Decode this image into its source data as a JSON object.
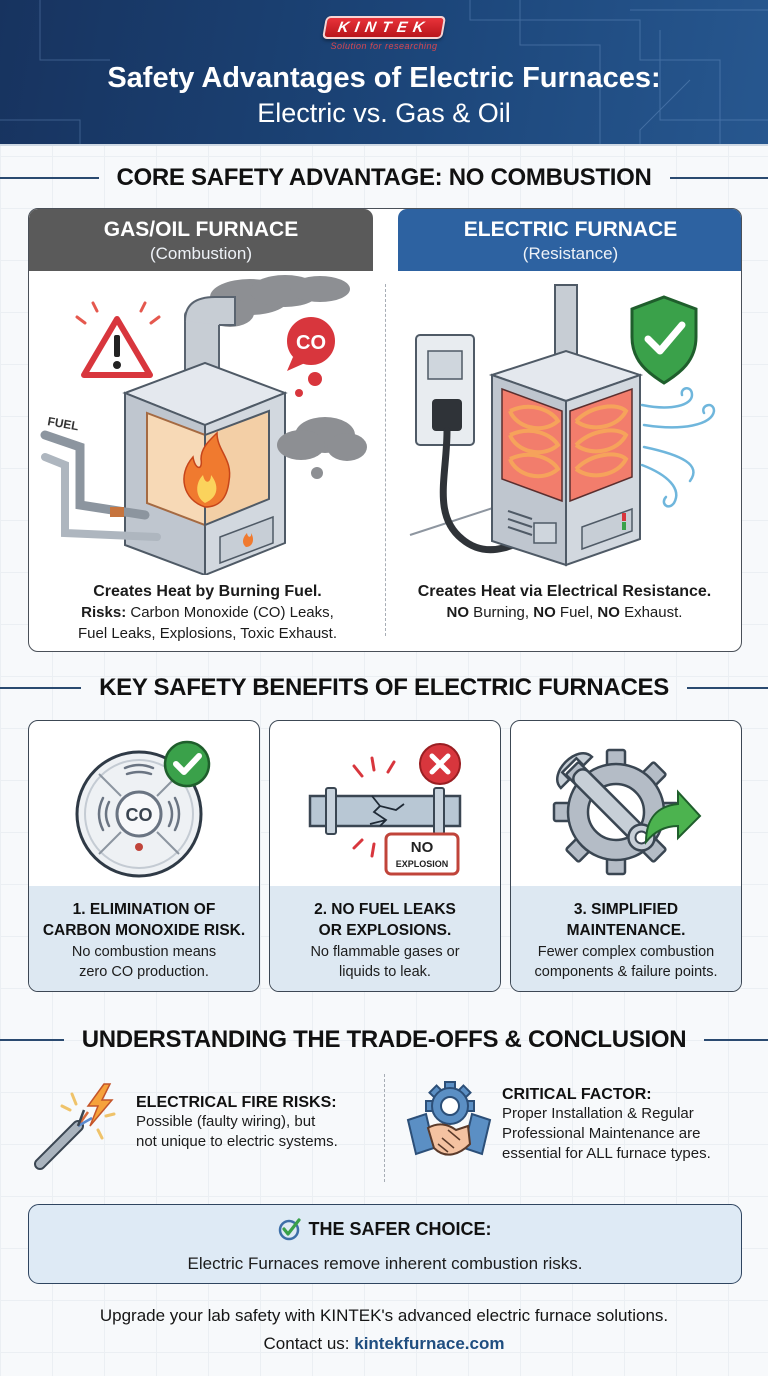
{
  "header": {
    "logo_text": "KINTEK",
    "logo_tagline": "Solution for researching",
    "title": "Safety Advantages of Electric Furnaces:",
    "subtitle": "Electric vs. Gas & Oil"
  },
  "sections": {
    "core": "CORE SAFETY ADVANTAGE: NO COMBUSTION",
    "benefits": "KEY SAFETY BENEFITS OF ELECTRIC FURNACES",
    "tradeoffs": "UNDERSTANDING THE TRADE-OFFS & CONCLUSION"
  },
  "comparison": {
    "gas": {
      "title": "GAS/OIL FURNACE",
      "subtitle": "(Combustion)",
      "illustration": "gas-furnace-with-fire-smoke-co-warning",
      "labels": {
        "fuel": "FUEL",
        "co": "CO"
      },
      "lead": "Creates Heat by Burning Fuel.",
      "risks_label": "Risks:",
      "risks_line1": "Carbon Monoxide (CO) Leaks,",
      "risks_line2": "Fuel Leaks, Explosions, Toxic Exhaust."
    },
    "electric": {
      "title": "ELECTRIC FURNACE",
      "subtitle": "(Resistance)",
      "illustration": "electric-furnace-with-heating-coils-and-shield",
      "lead": "Creates Heat via Electrical Resistance.",
      "no1": "NO",
      "t1": " Burning, ",
      "no2": "NO",
      "t2": " Fuel, ",
      "no3": "NO",
      "t3": " Exhaust."
    }
  },
  "benefits": [
    {
      "icon": "co-detector-check-icon",
      "icon_text": "CO",
      "title_l1": "1. ELIMINATION OF",
      "title_l2": "CARBON MONOXIDE RISK.",
      "desc_l1": "No combustion means",
      "desc_l2": "zero CO production."
    },
    {
      "icon": "cracked-pipe-no-explosion-icon",
      "icon_text_1": "NO",
      "icon_text_2": "EXPLOSION",
      "title_l1": "2. NO FUEL LEAKS",
      "title_l2": "OR EXPLOSIONS.",
      "desc_l1": "No flammable gases or",
      "desc_l2": "liquids to leak."
    },
    {
      "icon": "gear-wrench-arrow-icon",
      "title_l1": "3. SIMPLIFIED",
      "title_l2": "MAINTENANCE.",
      "desc_l1": "Fewer complex combustion",
      "desc_l2": "components & failure points."
    }
  ],
  "tradeoffs": {
    "fire": {
      "icon": "sparking-wire-icon",
      "title": "ELECTRICAL FIRE RISKS:",
      "l1": "Possible (faulty wiring), but",
      "l2": "not unique to electric systems."
    },
    "critical": {
      "icon": "gear-handshake-icon",
      "title": "CRITICAL FACTOR:",
      "l1": "Proper Installation & Regular",
      "l2": "Professional Maintenance are",
      "l3": "essential for ALL furnace types."
    }
  },
  "choice": {
    "title": "THE SAFER CHOICE:",
    "text": "Electric Furnaces remove inherent combustion risks."
  },
  "footer": {
    "line1": "Upgrade your lab safety with KINTEK's advanced electric furnace solutions.",
    "contact_label": "Contact us: ",
    "link": "kintekfurnace.com"
  },
  "colors": {
    "header_blue": "#1c467a",
    "gas_header": "#5a5a5a",
    "electric_header": "#2d62a1",
    "card_label_bg": "#dde8f2",
    "success_green": "#3aa14a",
    "danger_red": "#d8363d",
    "link_blue": "#1f4e80"
  }
}
